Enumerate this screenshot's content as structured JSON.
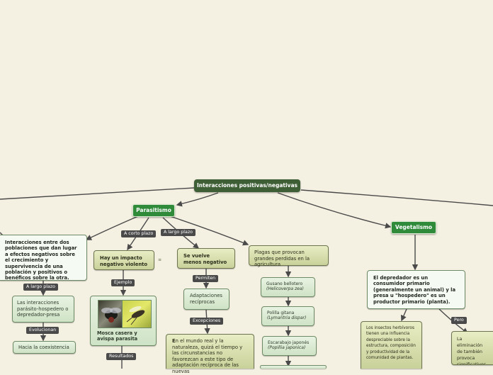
{
  "root": {
    "label": "Interacciones positivas/negativas"
  },
  "branches": {
    "parasitismo": "Parasitismo",
    "vegetalismo": "Vegetalismo"
  },
  "left_node": {
    "text": "Interacciones entre dos poblaciones que dan lugar a efectos negativos sobre el crecimiento y supervivencia de una población y positivos o benéficos sobre la otra."
  },
  "tags": {
    "a_largo_plazo_left": "A largo plazo",
    "a_corto_plazo": "A corto plazo",
    "a_largo_plazo": "A largo plazo",
    "ejemplo": "Ejemplo",
    "permiten": "Permiten",
    "evolucionan": "Evolucionan",
    "resultados": "Resultados",
    "excepciones": "Excepciones",
    "pero": "Pero"
  },
  "nodes": {
    "interacciones_parasito": "Las interacciones parásito-hospedero o depredador-presa",
    "hacia_coexistencia": "Hacia la coexistencia",
    "impacto_negativo": "Hay un impacto negativo violento",
    "mosca_avispa": "Mosca casera y avispa parasita",
    "menos_negativo": "Se vuelve menos negativo",
    "adaptaciones": "Adaptaciones recíprocas",
    "mundo_real_first": "E",
    "mundo_real": "n el mundo real y la naturaleza, quizá el tiempo y las circunstancias no favorezcan a este tipo de adaptación recíproca de las nuevas",
    "plagas": "Plagas que provocan grandes perdidas en la agricultura",
    "gusano_name": "Gusano bellotero",
    "gusano_sci": "(Helicoverpa zea)",
    "polilla_name": "Polilla gitana",
    "polilla_sci": "(Lymantria dispar)",
    "escarabajo_name": "Escarabajo japonés",
    "escarabajo_sci": "(Popillia japonica)",
    "depredador": "El depredador es un consumidor primario (generalmente un animal) y la presa u \"hospedero\" es un productor primario (planta).",
    "insectos": "Los insectos herbívoros tienen una influencia despreciable sobre la estructura, composición y productividad de la comunidad de plantas.",
    "eliminacion": "La eliminación de también provoca significativos en funcionamiento"
  },
  "icons": {
    "note": "note-icon",
    "photo": "insect-photo"
  },
  "colors": {
    "background": "#f4f0e2",
    "root": "#3e5e35",
    "main_topic": "#2f8a3a",
    "tag": "#4a4a4a",
    "line": "#4a4a4a"
  }
}
